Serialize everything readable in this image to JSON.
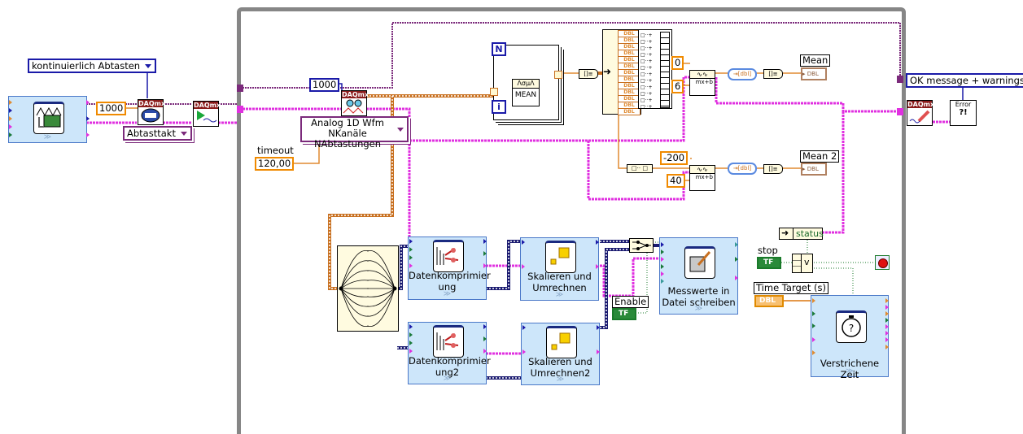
{
  "diagram": {
    "left_section": {
      "sample_mode_ring": "kontinuierlich Abtasten",
      "rate_constant": "1000",
      "timing_ring": "Abtasttakt",
      "daqmx_label": "DAQmx"
    },
    "loop": {
      "samples_constant": "1000",
      "read_ring_line1": "Analog 1D Wfm",
      "read_ring_line2": "NKanäle NAbtastungen",
      "timeout_label": "timeout",
      "timeout_value": "120,00",
      "for_loop": {
        "count_terminal": "N",
        "iteration_terminal": "i",
        "mean_vi_label": "MEAN",
        "mean_vi_glyph": "ΛσμΛ"
      },
      "index_type_labels": [
        "DBL",
        "DBL",
        "DBL",
        "DBL",
        "DBL",
        "DBL",
        "DBL",
        "DBL",
        "DBL",
        "DBL",
        "DBL",
        "DBL",
        "DBL"
      ],
      "scale1": {
        "offset": "0",
        "gain": "6",
        "indicator_label": "Mean",
        "indicator_type": "DBL"
      },
      "scale2": {
        "offset": "-200",
        "gain": "40",
        "indicator_label": "Mean 2",
        "indicator_type": "DBL"
      },
      "subvis": [
        {
          "name": "Datenkomprimier\nung",
          "line1": "Datenkomprimier",
          "line2": "ung"
        },
        {
          "name": "Skalieren und Umrechnen",
          "line1": "Skalieren und",
          "line2": "Umrechnen"
        },
        {
          "name": "Datenkomprimier ung2",
          "line1": "Datenkomprimier",
          "line2": "ung2"
        },
        {
          "name": "Skalieren und Umrechnen2",
          "line1": "Skalieren und",
          "line2": "Umrechnen2"
        },
        {
          "name": "Messwerte in Datei schreiben",
          "line1": "Messwerte in",
          "line2": "Datei schreiben"
        },
        {
          "name": "Verstrichene Zeit",
          "line1": "Verstrichene Zeit",
          "line2": ""
        }
      ],
      "enable_label": "Enable",
      "enable_type": "TF",
      "status_label": "status",
      "stop_label": "stop",
      "stop_type": "TF",
      "or_glyph": "v",
      "time_target_label": "Time Target (s)",
      "time_target_type": "DBL"
    },
    "right_section": {
      "error_ring": "OK message + warnings",
      "error_vi_line1": "Error",
      "error_vi_line2": "?!"
    },
    "colors": {
      "frame": "#868686",
      "error_wire": "#e030e0",
      "task_wire": "#7b2a7b",
      "numeric_wire": "#e08a30",
      "cluster_wire": "#1a1aa8",
      "expressvi_bg": "#cde6fa"
    }
  }
}
